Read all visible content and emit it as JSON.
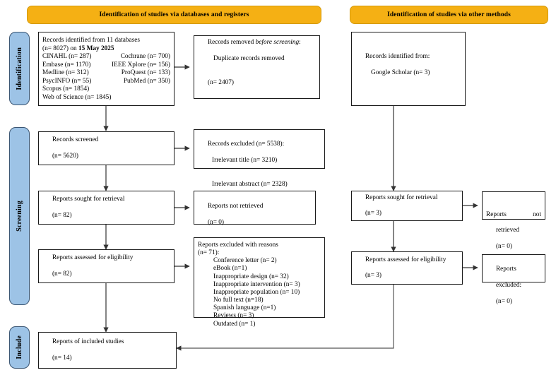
{
  "banners": {
    "left": "Identification of studies via databases and registers",
    "right": "Identification of studies via other methods"
  },
  "stages": {
    "identification": "Identification",
    "screening": "Screening",
    "include": "Include"
  },
  "left_column": {
    "records_identified": {
      "line1": "Records identified from 11 databases",
      "line2_pre": "(n= 8027) on ",
      "line2_bold": "15 May 2025",
      "databases": [
        {
          "name": "CINAHL (n= 287)",
          "name2": "Cochrane (n= 700)"
        },
        {
          "name": "Embase (n= 1170)",
          "name2": "IEEE Xplore (n= 156)"
        },
        {
          "name": "Medline (n= 312)",
          "name2": "ProQuest (n= 133)"
        },
        {
          "name": "PsycINFO (n= 55)",
          "name2": "PubMed (n= 350)"
        },
        {
          "name": "Scopus (n= 1854)",
          "name2": ""
        },
        {
          "name": "Web of Science (n= 1845)",
          "name2": ""
        }
      ]
    },
    "records_removed": {
      "line1_pre": "Records removed ",
      "line1_italic": "before screening",
      "line1_post": ":",
      "line2": "Duplicate records removed",
      "line3": "(n= 2407)"
    },
    "records_screened": {
      "line1": "Records screened",
      "line2": "(n= 5620)"
    },
    "records_excluded": {
      "line1": "Records excluded (n= 5538):",
      "line2": "Irrelevant title (n= 3210)",
      "line3": "Irrelevant abstract (n= 2328)"
    },
    "reports_sought": {
      "line1": "Reports sought for retrieval",
      "line2": "(n= 82)"
    },
    "reports_not_retrieved": {
      "line1": "Reports not retrieved",
      "line2": "(n= 0)"
    },
    "reports_assessed": {
      "line1": "Reports assessed for eligibility",
      "line2": "(n= 82)"
    },
    "reports_excluded_reasons": {
      "line1": "Reports excluded with reasons",
      "line2": "(n= 71):",
      "reasons": [
        "Conference letter (n= 2)",
        "eBook (n=1)",
        "Inappropriate design (n= 32)",
        "Inappropriate intervention (n= 3)",
        "Inappropriate population (n= 10)",
        "No full text (n=18)",
        "Spanish language (n=1)",
        "Reviews (n= 3)",
        "Outdated (n= 1)"
      ]
    },
    "included_studies": {
      "line1": "Reports of included studies",
      "line2": "(n= 14)"
    }
  },
  "right_column": {
    "records_identified": {
      "line1": "Records identified from:",
      "line2": "Google Scholar (n= 3)"
    },
    "reports_sought": {
      "line1": "Reports sought for retrieval",
      "line2": "(n= 3)"
    },
    "reports_not_retrieved": {
      "word1": "Reports",
      "word2": "not",
      "line2": "retrieved",
      "line3": "(n= 0)"
    },
    "reports_assessed": {
      "line1": "Reports assessed for eligibility",
      "line2": "(n= 3)"
    },
    "reports_excluded": {
      "line1": "Reports",
      "line2": "excluded:",
      "line3": "(n= 0)"
    }
  },
  "colors": {
    "banner_fill": "#F5B014",
    "stage_fill": "#9DC3E6",
    "box_border": "#1a1a1a",
    "connector": "#444444"
  }
}
